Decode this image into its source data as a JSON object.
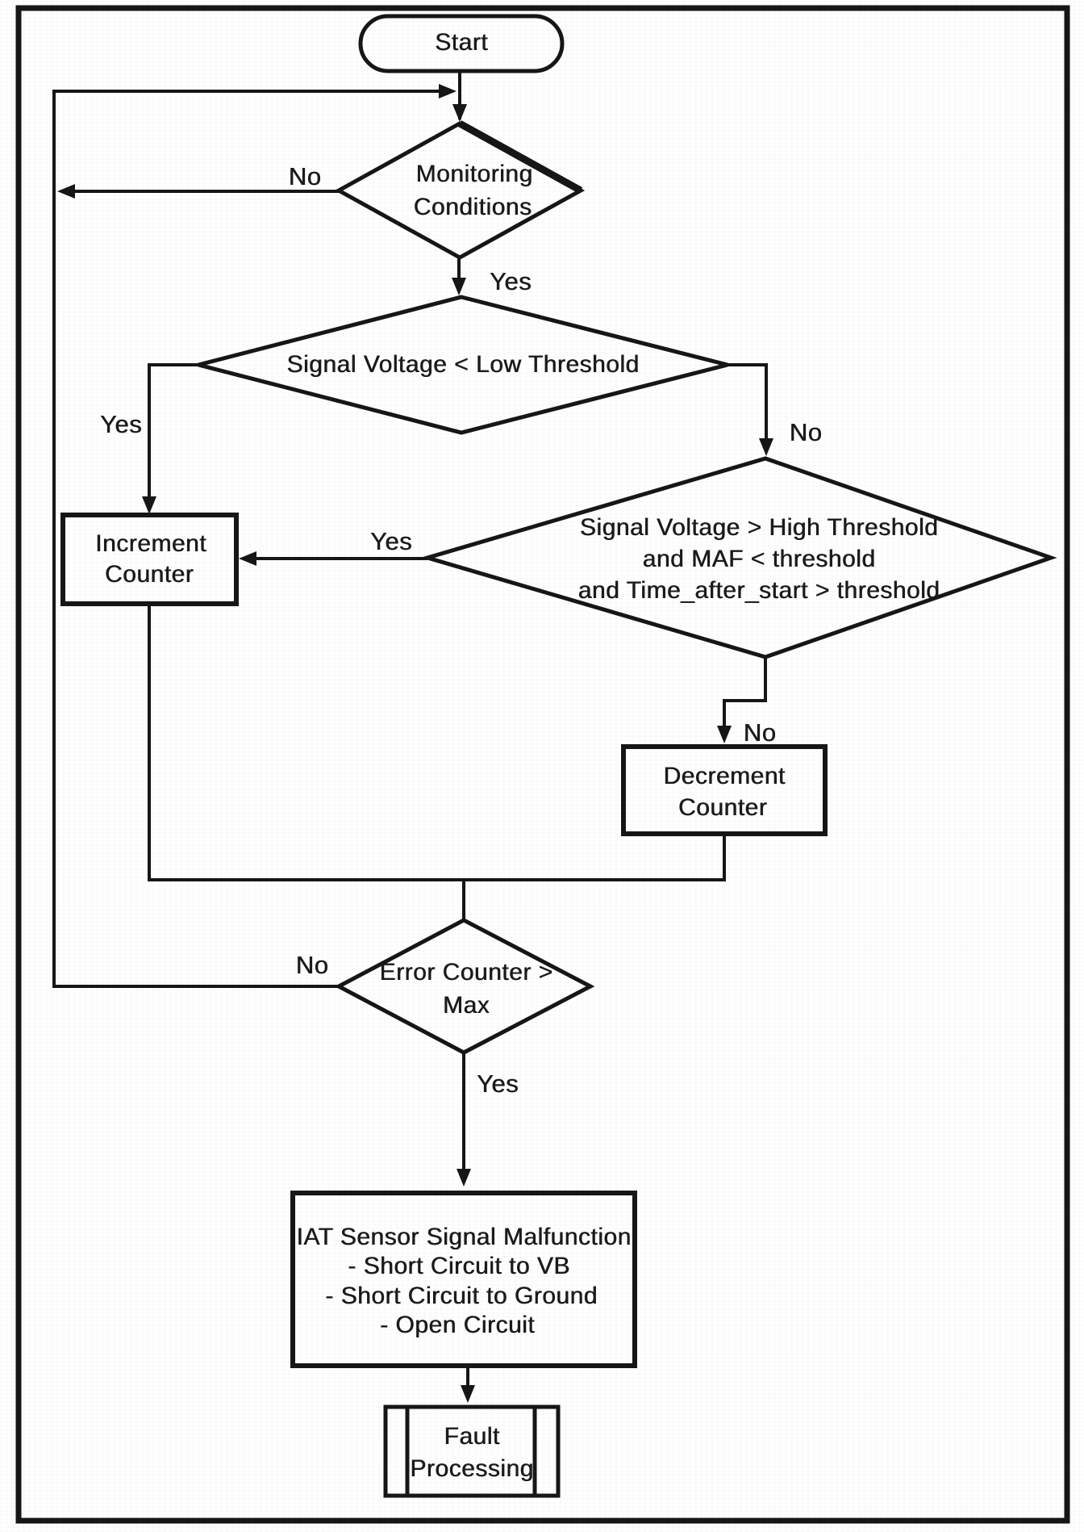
{
  "figure": {
    "type": "flowchart",
    "description": "IAT sensor signal monitoring fault-detection flowchart",
    "background_color": "#ffffff",
    "ink_color": "#161616"
  },
  "nodes": {
    "start": {
      "shape": "terminator",
      "label": "Start"
    },
    "monitoring": {
      "shape": "decision",
      "lines": [
        "Monitoring",
        "Conditions"
      ]
    },
    "low_threshold": {
      "shape": "decision",
      "lines": [
        "Signal Voltage < Low Threshold"
      ]
    },
    "high_threshold": {
      "shape": "decision",
      "lines": [
        "Signal Voltage > High Threshold",
        "and MAF < threshold",
        "and Time_after_start > threshold"
      ]
    },
    "increment_counter": {
      "shape": "process",
      "lines": [
        "Increment",
        "Counter"
      ]
    },
    "decrement_counter": {
      "shape": "process",
      "lines": [
        "Decrement",
        "Counter"
      ]
    },
    "error_counter": {
      "shape": "decision",
      "lines": [
        "Error Counter >",
        "Max"
      ]
    },
    "malfunction": {
      "shape": "process",
      "lines": [
        "IAT Sensor Signal Malfunction",
        "- Short Circuit to VB",
        "- Short Circuit to Ground",
        "- Open Circuit"
      ]
    },
    "fault_processing": {
      "shape": "predefined-process",
      "lines": [
        "Fault",
        "Processing"
      ]
    }
  },
  "edge_labels": {
    "monitoring_no": "No",
    "monitoring_yes": "Yes",
    "low_threshold_yes": "Yes",
    "low_threshold_no": "No",
    "high_threshold_yes": "Yes",
    "high_threshold_no": "No",
    "error_counter_no": "No",
    "error_counter_yes": "Yes"
  }
}
